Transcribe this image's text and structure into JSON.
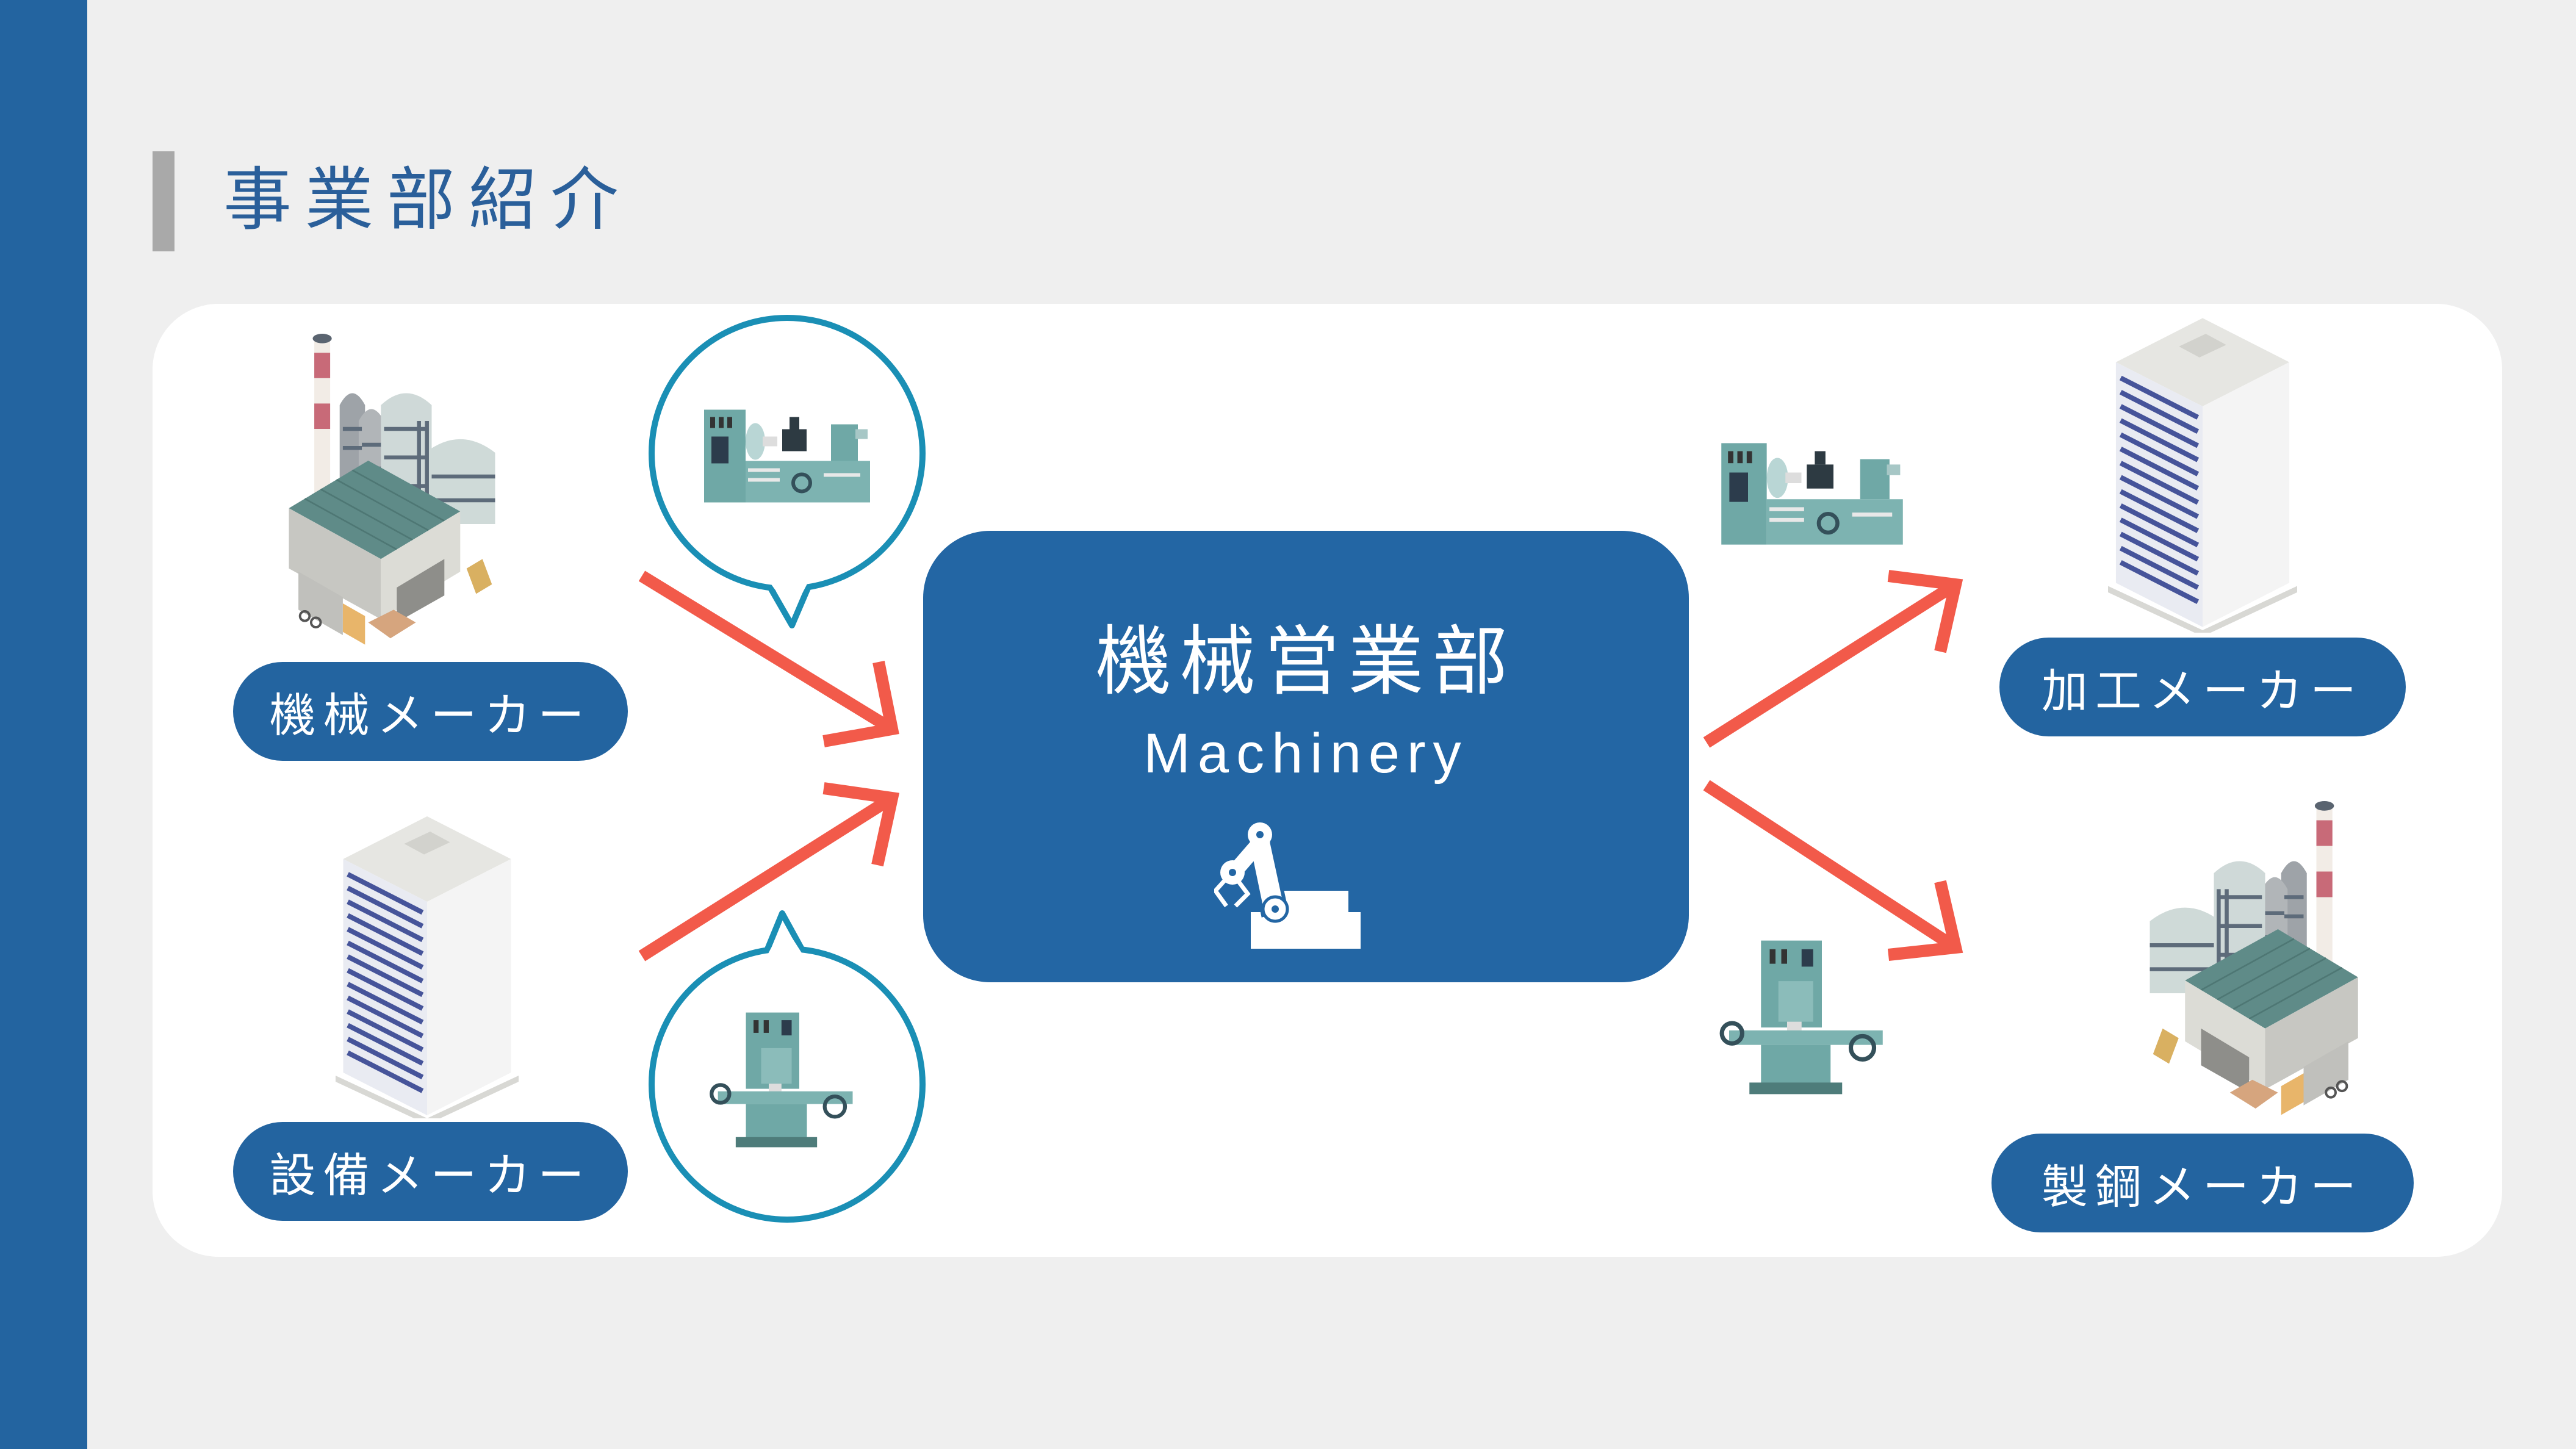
{
  "slide": {
    "title": "事業部紹介"
  },
  "center": {
    "title": "機械営業部",
    "subtitle": "Machinery",
    "icon": "robot-arm-icon"
  },
  "suppliers": [
    {
      "label": "機械メーカー",
      "illustration": "factory"
    },
    {
      "label": "設備メーカー",
      "illustration": "office-building"
    }
  ],
  "customers": [
    {
      "label": "加工メーカー",
      "illustration": "office-building"
    },
    {
      "label": "製鋼メーカー",
      "illustration": "factory"
    }
  ],
  "products": [
    "lathe",
    "milling-machine"
  ],
  "colors": {
    "brand_blue": "#2364a0",
    "arrow_red": "#f25a4a",
    "bubble_outline": "#1a8fb5",
    "background": "#efefef"
  }
}
